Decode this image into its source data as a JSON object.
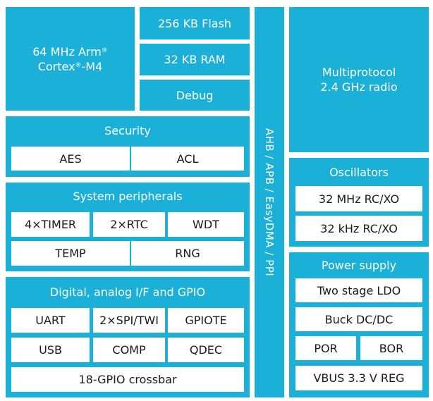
{
  "colors": {
    "block": "#1ab0d8",
    "cell": "#ffffff",
    "text_dark": "#1a1a1a",
    "text_light": "#ffffff"
  },
  "cpu": {
    "line1": "64 MHz Arm",
    "reg": "®",
    "line2a": "Cortex",
    "line2b": "-M4"
  },
  "flash": "256 KB Flash",
  "ram": "32 KB RAM",
  "debug": "Debug",
  "radio": {
    "line1": "Multiprotocol",
    "line2": "2.4 GHz radio"
  },
  "bus": "AHB / APB / EasyDMA / PPI",
  "security": {
    "title": "Security",
    "items": [
      "AES",
      "ACL"
    ]
  },
  "system": {
    "title": "System peripherals",
    "items": [
      "4×TIMER",
      "2×RTC",
      "WDT",
      "TEMP",
      "RNG"
    ]
  },
  "digital": {
    "title": "Digital, analog I/F and GPIO",
    "items": [
      "UART",
      "2×SPI/TWI",
      "GPIOTE",
      "USB",
      "COMP",
      "QDEC",
      "18-GPIO crossbar"
    ]
  },
  "oscillators": {
    "title": "Oscillators",
    "items": [
      "32 MHz RC/XO",
      "32 kHz RC/XO"
    ]
  },
  "power": {
    "title": "Power supply",
    "items": [
      "Two stage LDO",
      "Buck DC/DC",
      "POR",
      "BOR",
      "VBUS 3.3 V REG"
    ]
  }
}
